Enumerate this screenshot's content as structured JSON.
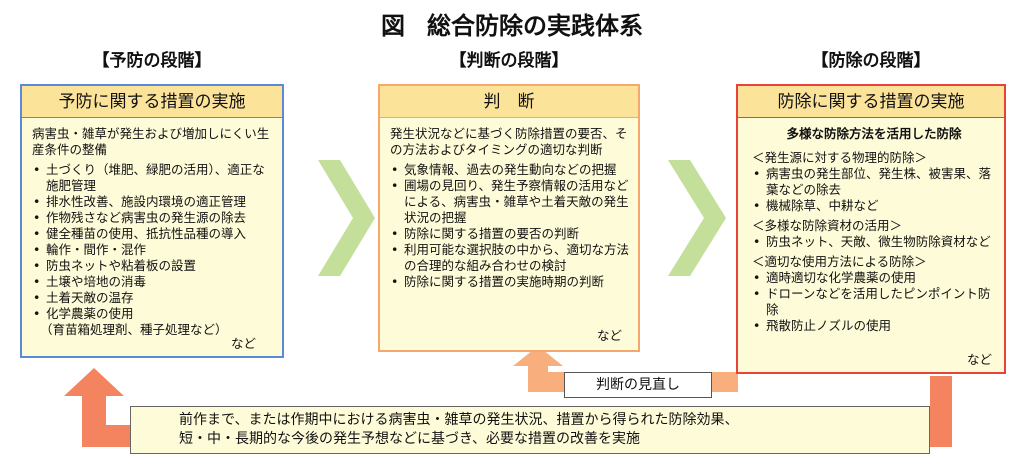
{
  "title": {
    "prefix": "図",
    "main": "総合防除の実践体系"
  },
  "colors": {
    "box_fill": "#fefbd8",
    "prevention_border": "#5b8bd6",
    "prevention_header": "#fce39a",
    "judgment_border": "#f5a76c",
    "judgment_header": "#fce39a",
    "control_border": "#e8423b",
    "control_header": "#fce39a",
    "chevron": "#c3df99",
    "feedback_arrow": "#f4845f",
    "review_arrow": "#f8ae7d"
  },
  "stages": {
    "prevention": "【予防の段階】",
    "judgment": "【判断の段階】",
    "control": "【防除の段階】"
  },
  "prevention_box": {
    "heading": "予防に関する措置の実施",
    "intro": "病害虫・雑草が発生および増加しにくい生産条件の整備",
    "items": [
      "土づくり（堆肥、緑肥の活用）、適正な施肥管理",
      "排水性改善、施設内環境の適正管理",
      "作物残さなど病害虫の発生源の除去",
      "健全種苗の使用、抵抗性品種の導入",
      "輪作・間作・混作",
      "防虫ネットや粘着板の設置",
      "土壌や培地の消毒",
      "土着天敵の温存",
      "化学農薬の使用"
    ],
    "item_note": "（育苗箱処理剤、種子処理など）",
    "etc": "など"
  },
  "judgment_box": {
    "heading": "判　断",
    "intro": "発生状況などに基づく防除措置の要否、その方法およびタイミングの適切な判断",
    "items": [
      "気象情報、過去の発生動向などの把握",
      "圃場の見回り、発生予察情報の活用などによる、病害虫・雑草や土着天敵の発生状況の把握",
      "防除に関する措置の要否の判断",
      "利用可能な選択肢の中から、適切な方法の合理的な組み合わせの検討",
      "防除に関する措置の実施時期の判断"
    ],
    "etc": "など"
  },
  "control_box": {
    "heading": "防除に関する措置の実施",
    "subtitle": "多様な防除方法を活用した防除",
    "groups": [
      {
        "label": "＜発生源に対する物理的防除＞",
        "items": [
          "病害虫の発生部位、発生株、被害果、落葉などの除去",
          "機械除草、中耕など"
        ]
      },
      {
        "label": "＜多様な防除資材の活用＞",
        "items": [
          "防虫ネット、天敵、微生物防除資材など"
        ]
      },
      {
        "label": "＜適切な使用方法による防除＞",
        "items": [
          "適時適切な化学農薬の使用",
          "ドローンなどを活用したピンポイント防除",
          "飛散防止ノズルの使用"
        ]
      }
    ],
    "etc": "など"
  },
  "review": {
    "label": "判断の見直し"
  },
  "feedback": {
    "line1": "前作まで、または作期中における病害虫・雑草の発生状況、措置から得られた防除効果、",
    "line2": "短・中・長期的な今後の発生予想などに基づき、必要な措置の改善を実施"
  }
}
